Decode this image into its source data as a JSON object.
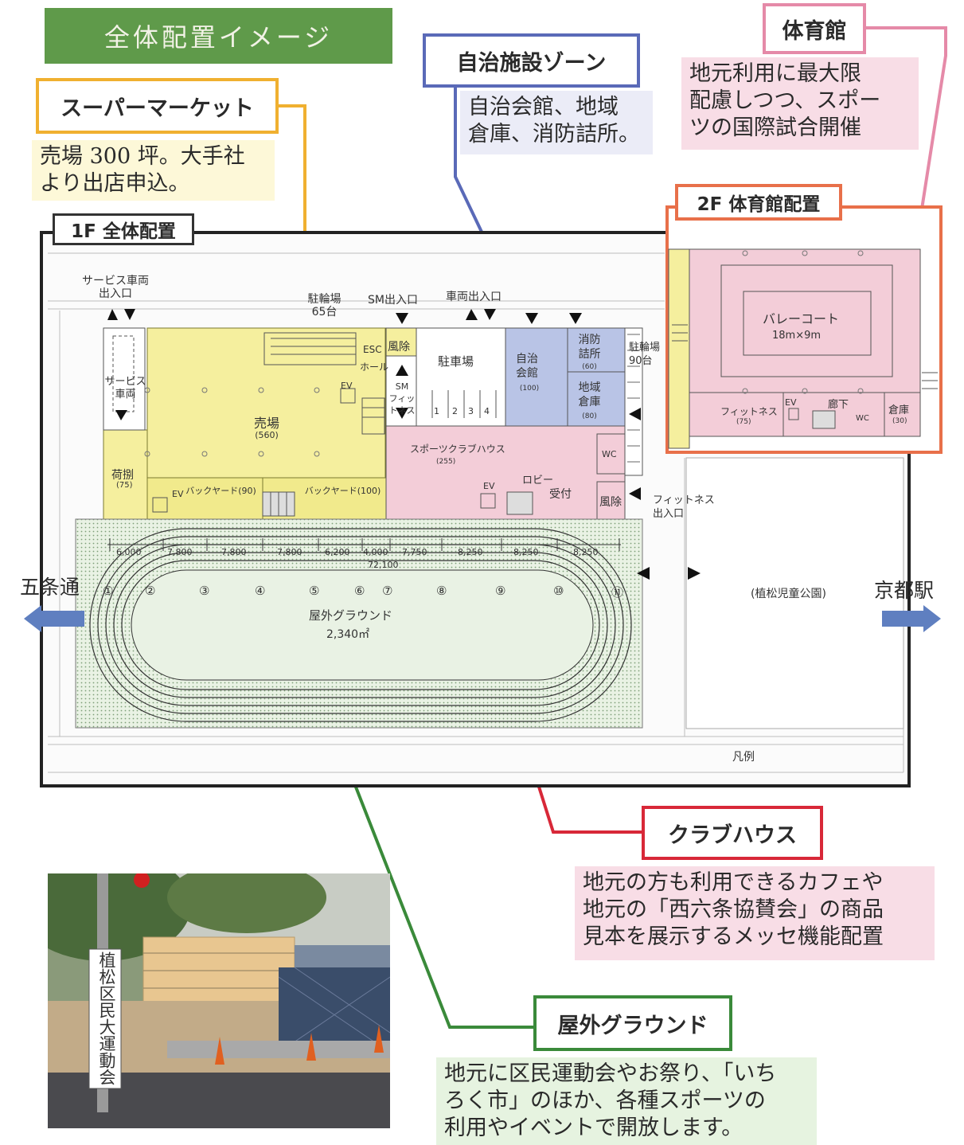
{
  "title": "全体配置イメージ",
  "callouts": {
    "supermarket": {
      "label": "スーパーマーケット",
      "note_lines": [
        "売場 300 坪。大手社",
        "より出店申込。"
      ],
      "color": "#f0b030"
    },
    "municipal": {
      "label": "自治施設ゾーン",
      "note_lines": [
        "自治会館、地域",
        "倉庫、消防詰所。"
      ],
      "color": "#5a6ab8"
    },
    "gym": {
      "label": "体育館",
      "note_lines": [
        "地元利用に最大限",
        "配慮しつつ、スポー",
        "ツの国際試合開催"
      ],
      "color": "#e58aa8"
    },
    "gym_2f": {
      "label": "2F 体育館配置",
      "color": "#e8704a"
    },
    "clubhouse": {
      "label": "クラブハウス",
      "note_lines": [
        "地元の方も利用できるカフェや",
        "地元の「西六条協賛会」の商品",
        "見本を展示するメッセ機能配置"
      ],
      "color": "#d82838"
    },
    "ground": {
      "label": "屋外グラウンド",
      "note_lines": [
        "地元に区民運動会やお祭り、「いち",
        "ろく市」のほか、各種スポーツの",
        "利用やイベントで開放します。"
      ],
      "color": "#3a8a3a"
    }
  },
  "plan": {
    "label_1f": "1F 全体配置",
    "west_road": "五条通",
    "east_station": "京都駅",
    "park": "(植松児童公園)",
    "legend": "凡例",
    "rooms": {
      "service_entry": "サービス車両\n出入口",
      "service_vehicle": "サービス\n車両",
      "bicycle_parking": "駐輪場\n65台",
      "sm_entry": "SM出入口",
      "vehicle_entry": "車両出入口",
      "sales_floor": "売場",
      "sales_area": "(560)",
      "esc": "ESC",
      "hall": "ホール",
      "windbreak": "風除",
      "parking": "駐車場",
      "sm_fitness": "SM\nフィットネス",
      "ev": "EV",
      "loading": "荷捌",
      "loading_area": "(75)",
      "backyard1": "バックヤード(90)",
      "backyard2": "バックヤード(100)",
      "hall_municipal": "自治\n会館",
      "hall_area": "(100)",
      "fire_station": "消防\n詰所",
      "fire_area": "(60)",
      "storage": "地域\n倉庫",
      "storage_area": "(80)",
      "bicycle_90": "駐輪場\n90台",
      "clubhouse": "スポーツクラブハウス",
      "clubhouse_area": "(255)",
      "lobby": "ロビー",
      "reception": "受付",
      "wc": "WC",
      "fitness_entry": "フィットネス\n出入口",
      "ground": "屋外グラウンド",
      "ground_area": "2,340㎡",
      "track_dims": [
        "6,000",
        "7,800",
        "7,800",
        "7,800",
        "6,200",
        "4,000",
        "7,750",
        "8,250",
        "8,250",
        "8,250"
      ],
      "track_total": "72,100",
      "track_nums": [
        "①",
        "②",
        "③",
        "④",
        "⑤",
        "⑥",
        "⑦",
        "⑧",
        "⑨",
        "⑩",
        "⑪"
      ]
    },
    "gym_2f": {
      "volley": "バレーコート",
      "volley_size": "18m×9m",
      "fitness": "フィットネス",
      "fitness_area": "(75)",
      "ev": "EV",
      "corridor": "廊下",
      "wc": "WC",
      "storage": "倉庫",
      "storage_area": "(30)"
    }
  },
  "photo": {
    "banner": "植松区民大運動会"
  }
}
